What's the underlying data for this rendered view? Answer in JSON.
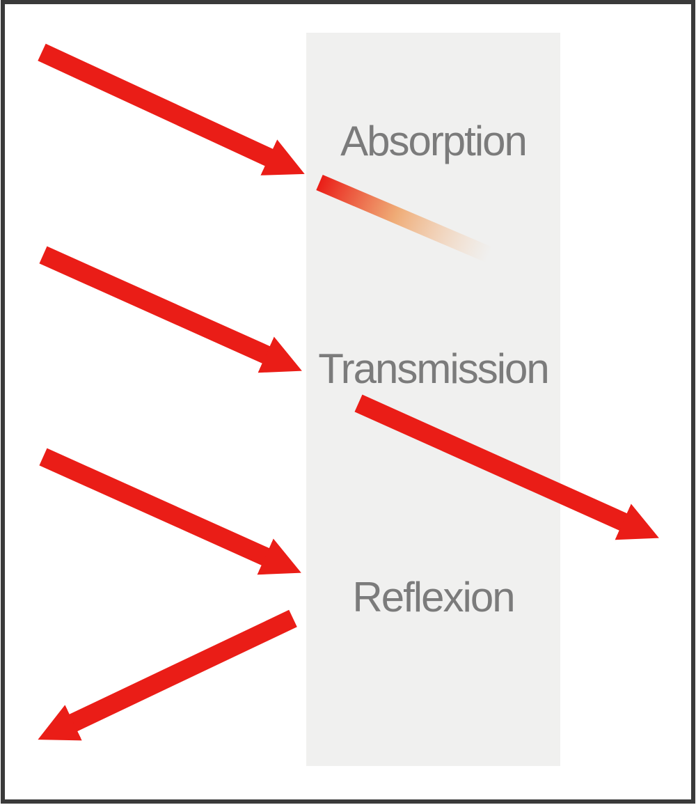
{
  "labels": {
    "absorption": "Absorption",
    "transmission": "Transmission",
    "reflexion": "Reflexion"
  },
  "colors": {
    "arrow-red": "#ea1d17",
    "label-gray": "#7b7b7b",
    "slab-gray": "#f0f0ef",
    "frame-dark": "#3a3a3a",
    "background": "#ffffff",
    "fade-mid": "#efa469",
    "fade-end": "#f5c9a4"
  },
  "rays": [
    {
      "name": "incident-ray-top",
      "kind": "solid-red-arrow",
      "role": "incoming light ray hitting slab near Absorption"
    },
    {
      "name": "absorbed-ray",
      "kind": "fading-red-beam",
      "role": "ray absorbed inside slab, fades out"
    },
    {
      "name": "incident-ray-middle",
      "kind": "solid-red-arrow",
      "role": "incoming light ray hitting slab near Transmission"
    },
    {
      "name": "transmitted-ray",
      "kind": "solid-red-arrow",
      "role": "ray passing through slab and exiting right side"
    },
    {
      "name": "incident-ray-bottom",
      "kind": "solid-red-arrow",
      "role": "incoming light ray hitting slab near Reflexion"
    },
    {
      "name": "reflected-ray",
      "kind": "solid-red-arrow",
      "role": "ray reflected back toward lower left"
    }
  ]
}
